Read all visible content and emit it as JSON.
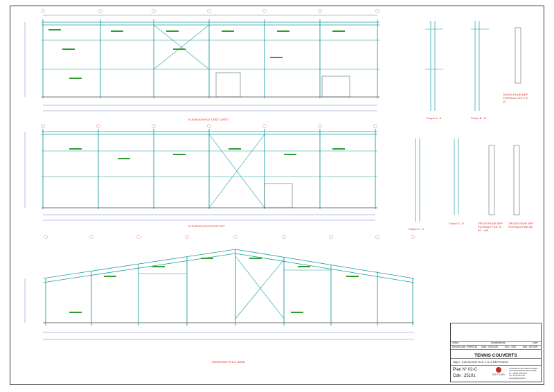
{
  "titleblock": {
    "headers": {
      "indice": "Indice",
      "modifications": "Modifications",
      "date": "Date"
    },
    "dessine": "Dessiné par : PARIS.M.",
    "date_label": "Date : 03/04/25",
    "ech": "Ech : 1/50",
    "mat": "Mat : S275JR",
    "project": "TENNIS COUVERTS",
    "objet": "Objet : ELEVATION FILE 1, A, A  REPERAGE",
    "plan": "Plan N° 02-C",
    "cde": "Cde : 25101",
    "company": "SOCOMA",
    "company_lines": [
      "CONSTRUCTIONS METALLIQUES",
      "CHAUDRONNERIE-METALLERIE",
      "Z.I. - 00000 XXXXXXX",
      "Tél : 00 00 00 00 00",
      "socoma@example.fr"
    ]
  },
  "views": {
    "elev1": "ELEVATION FILE 1 EST OUEST",
    "elev2": "ELEVATION FILE E EST EST",
    "elev3": "ELEVATION FILE A NORD",
    "coupeA": "Coupe A - A",
    "coupeB": "Coupe B - B",
    "coupeC": "Coupe C - C",
    "coupeD": "Coupe D - D",
    "trous1": "TROUS POUR DEP POTEAUX FILE 1 B - 1C",
    "trous2": "TROUS POUR DEP POTEAUX FILE 1F - 8/1 - 8/8",
    "trous3": "TROUS POUR DEP POTEAUX FILE 8/2"
  },
  "colors": {
    "steel": "#1a9c9c",
    "note": "#2e9d2e",
    "title": "#d81b60",
    "dim": "#4a55c8",
    "ref": "#e57373"
  }
}
